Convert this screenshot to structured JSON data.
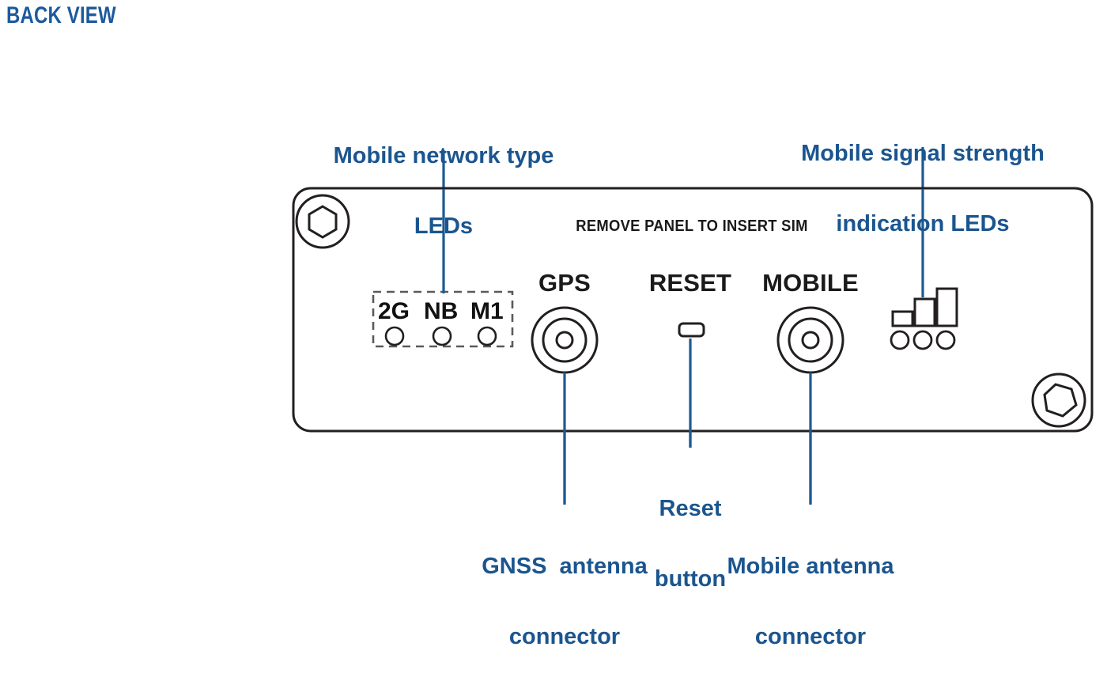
{
  "page": {
    "title": "BACK VIEW",
    "title_color": "#1c5a9e",
    "background_color": "#ffffff",
    "callout_color": "#1b558f",
    "leader_line_color": "#1c5a92",
    "outline_color": "#231f20"
  },
  "panel": {
    "sim_instruction": "REMOVE PANEL TO INSERT SIM",
    "screws": [
      {
        "name": "top-left-screw",
        "label": "hex screw"
      },
      {
        "name": "bottom-right-screw",
        "label": "hex screw"
      }
    ]
  },
  "network_leds": {
    "labels": [
      "2G",
      "NB",
      "M1"
    ],
    "led_count": 3,
    "enclosure": "dashed"
  },
  "signal_leds": {
    "bars": 3,
    "led_count": 3
  },
  "ports": {
    "gps": {
      "label": "GPS",
      "type": "coaxial-connector"
    },
    "reset": {
      "label": "RESET",
      "type": "push-button"
    },
    "mobile": {
      "label": "MOBILE",
      "type": "coaxial-connector"
    }
  },
  "callouts": {
    "network_leds": {
      "line1": "Mobile network type",
      "line2": "LEDs"
    },
    "signal_leds": {
      "line1": "Mobile signal strength",
      "line2": "indication LEDs"
    },
    "gnss": {
      "line1": "GNSS  antenna",
      "line2": "connector"
    },
    "reset": {
      "line1": "Reset",
      "line2": "button"
    },
    "mobile": {
      "line1": "Mobile antenna",
      "line2": "connector"
    }
  }
}
